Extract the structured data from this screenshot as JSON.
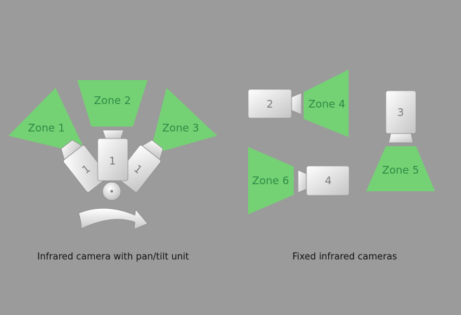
{
  "left_group": {
    "caption": "Infrared camera with pan/tilt unit",
    "zones": [
      "Zone 1",
      "Zone 2",
      "Zone 3"
    ],
    "cameras": [
      "1",
      "1",
      "1"
    ]
  },
  "right_group": {
    "caption": "Fixed infrared cameras",
    "zones": [
      "Zone 4",
      "Zone 5",
      "Zone 6"
    ],
    "cameras": [
      "2",
      "3",
      "4"
    ]
  },
  "colors": {
    "background": "#9b9b9b",
    "zone_fill": "#74d274",
    "zone_text": "#2e8a45",
    "camera_text": "#7a7a7a"
  }
}
